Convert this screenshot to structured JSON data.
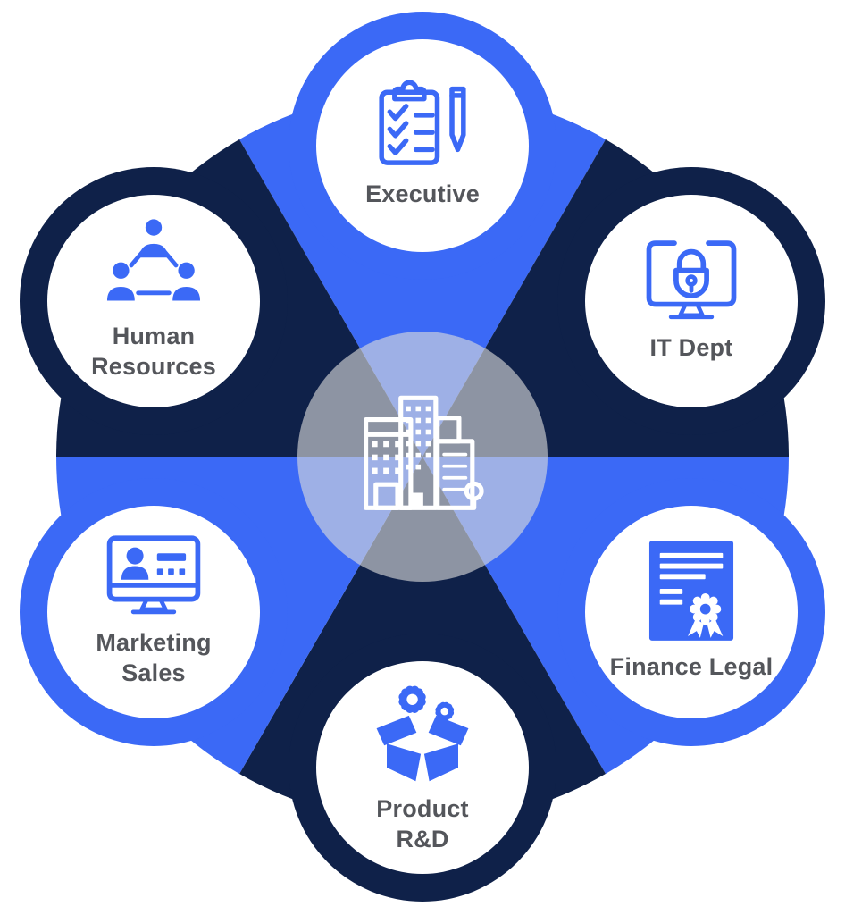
{
  "diagram": {
    "type": "hub-and-spoke-org-chart",
    "center": {
      "icon": "office-buildings-icon",
      "label": ""
    }
  },
  "colors": {
    "primary_blue": "#3B69F6",
    "dark_navy": "#0F2149",
    "label_gray": "#54565B",
    "overlay_gray": "#DCDCDC",
    "background_white": "#FFFFFF"
  },
  "departments": [
    {
      "id": "executive",
      "label": "Executive",
      "label_line1": "Executive",
      "label_line2": "",
      "icon": "clipboard-checklist-icon",
      "ring_color": "blue"
    },
    {
      "id": "it-dept",
      "label": "IT Dept",
      "label_line1": "IT Dept",
      "label_line2": "",
      "icon": "monitor-lock-icon",
      "ring_color": "navy"
    },
    {
      "id": "finance-legal",
      "label": "Finance Legal",
      "label_line1": "Finance Legal",
      "label_line2": "",
      "icon": "certificate-icon",
      "ring_color": "blue"
    },
    {
      "id": "product-rd",
      "label": "Product R&D",
      "label_line1": "Product",
      "label_line2": "R&D",
      "icon": "box-gears-icon",
      "ring_color": "navy"
    },
    {
      "id": "marketing-sales",
      "label": "Marketing Sales",
      "label_line1": "Marketing",
      "label_line2": "Sales",
      "icon": "monitor-person-icon",
      "ring_color": "blue"
    },
    {
      "id": "human-resources",
      "label": "Human Resources",
      "label_line1": "Human",
      "label_line2": "Resources",
      "icon": "people-network-icon",
      "ring_color": "navy"
    }
  ]
}
